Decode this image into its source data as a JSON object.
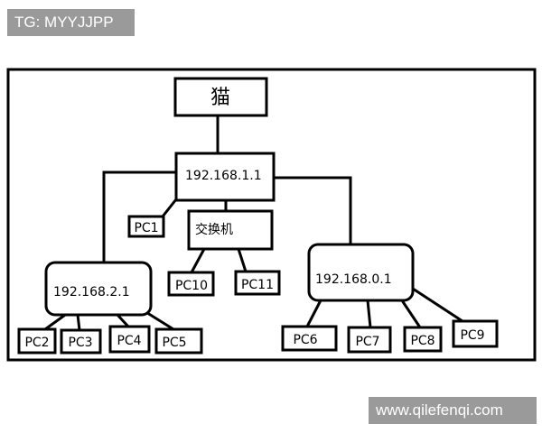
{
  "watermarks": {
    "top": "TG: MYYJJPP",
    "bottom": "www.qilefenqi.com"
  },
  "diagram": {
    "modem": "猫",
    "router_main": "192.168.1.1",
    "switch": "交换机",
    "router_left": "192.168.2.1",
    "router_right": "192.168.0.1",
    "pcs": {
      "pc1": "PC1",
      "pc2": "PC2",
      "pc3": "PC3",
      "pc4": "PC4",
      "pc5": "PC5",
      "pc6": "PC6",
      "pc7": "PC7",
      "pc8": "PC8",
      "pc9": "PC9",
      "pc10": "PC10",
      "pc11": "PC11"
    }
  }
}
